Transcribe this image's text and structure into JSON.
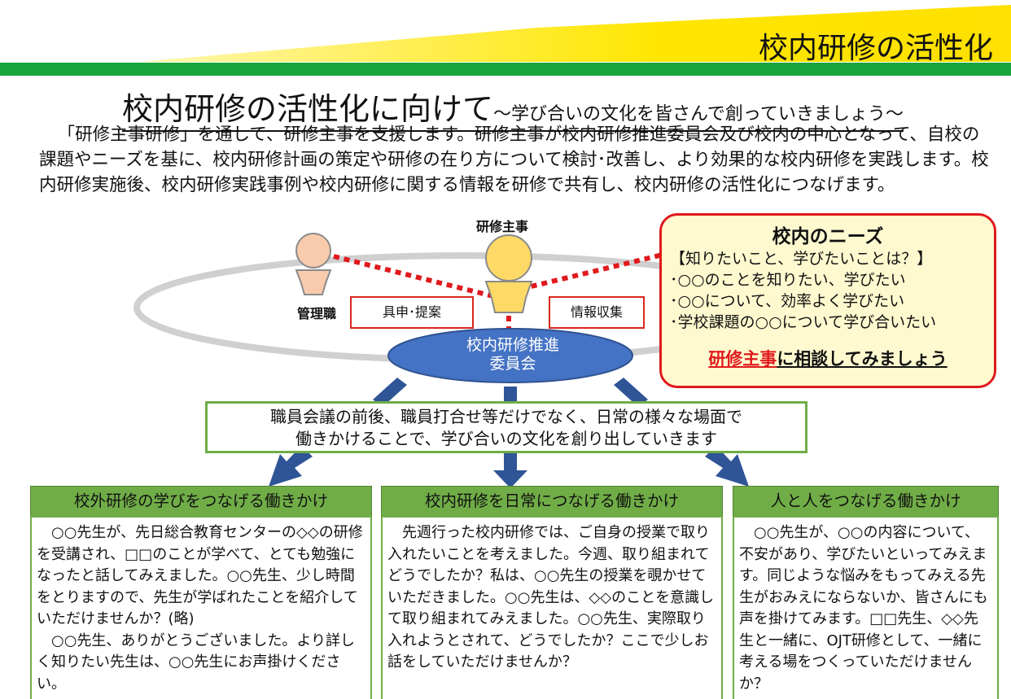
{
  "slide_title": "校内研修の活性化",
  "heading": {
    "main": "校内研修の活性化に向けて",
    "sub": "～学び合いの文化を皆さんで創っていきましょう～"
  },
  "intro": "「研修主事研修」を通して、研修主事を支援します。研修主事が校内研修推進委員会及び校内の中心となって、自校の課題やニーズを基に、校内研修計画の策定や研修の在り方について検討･改善し、より効果的な校内研修を実践します。校内研修実施後、校内研修実践事例や校内研修に関する情報を研修で共有し、校内研修の活性化につなげます。",
  "diagram": {
    "admin_label": "管理職",
    "leader_label": "研修主事",
    "proposal_label": "具申･提案",
    "info_label": "情報収集",
    "committee_line1": "校内研修推進",
    "committee_line2": "委員会",
    "colors": {
      "green": "#70ad47",
      "blue": "#4472c4",
      "red": "#e0191c",
      "yellow": "#ffd966",
      "peach": "#f8cbad"
    }
  },
  "needs": {
    "title": "校内のニーズ",
    "items": [
      "【知りたいこと、学びたいことは？】",
      "･○○のことを知りたい、学びたい",
      "･○○について、効率よく学びたい",
      "･学校課題の○○について学び合いたい"
    ],
    "cta_red": "研修主事",
    "cta_rest": "に相談してみましょう"
  },
  "culture": {
    "line1": "職員会議の前後、職員打合せ等だけでなく、日常の様々な場面で",
    "line2": "働きかけることで、学び合いの文化を創り出していきます"
  },
  "columns": [
    {
      "title": "校外研修の学びをつなげる働きかけ",
      "paragraphs": [
        "○○先生が、先日総合教育センターの◇◇の研修を受講され、□□のことが学べて、とても勉強になったと話してみえました。○○先生、少し時間をとりますので、先生が学ばれたことを紹介していただけませんか？(略)",
        "○○先生、ありがとうございました。より詳しく知りたい先生は、○○先生にお声掛けください。"
      ]
    },
    {
      "title": "校内研修を日常につなげる働きかけ",
      "paragraphs": [
        "先週行った校内研修では、ご自身の授業で取り入れたいことを考えました。今週、取り組まれてどうでしたか？私は、○○先生の授業を覗かせていただきました。○○先生は、◇◇のことを意識して取り組まれてみえました。○○先生、実際取り入れようとされて、どうでしたか？ここで少しお話をしていただけませんか？"
      ]
    },
    {
      "title": "人と人をつなげる働きかけ",
      "paragraphs": [
        "○○先生が、○○の内容について、不安があり、学びたいといってみえます。同じような悩みをもってみえる先生がおみえにならないか、皆さんにも声を掛けてみます。□□先生、◇◇先生と一緒に、OJT研修として、一緒に考える場をつくっていただけませんか？"
      ]
    }
  ]
}
